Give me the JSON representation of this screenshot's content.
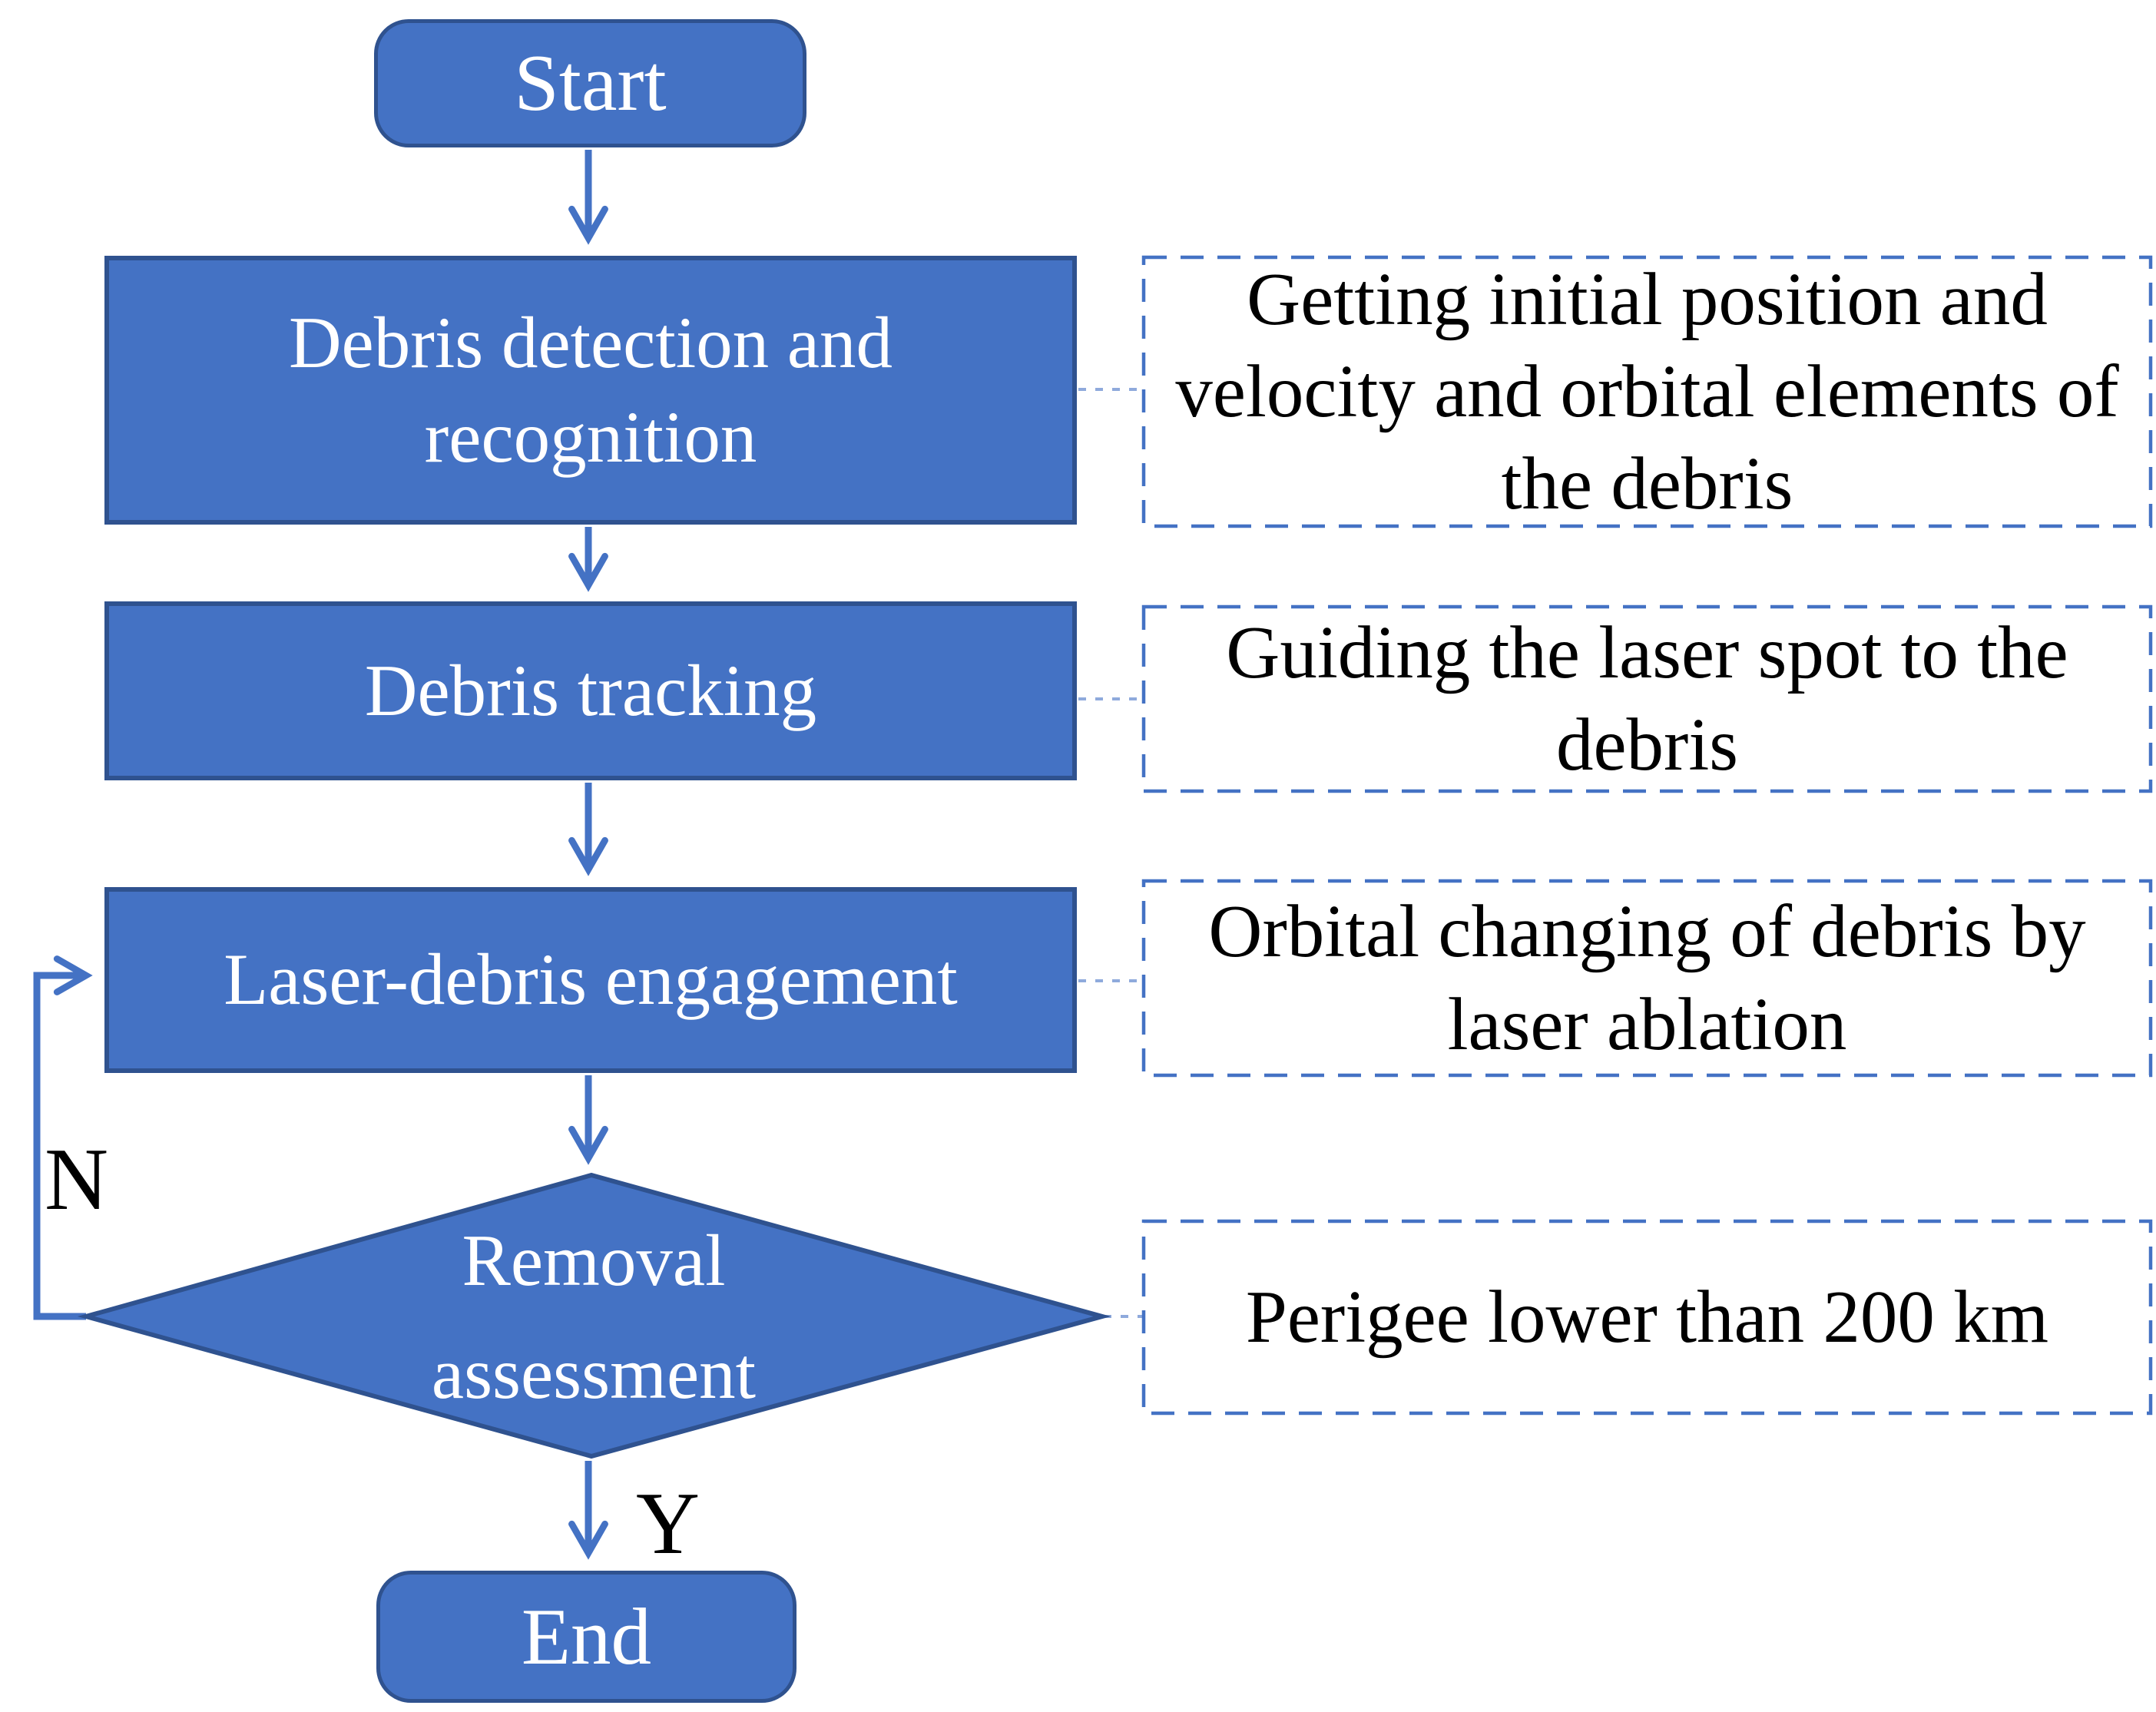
{
  "page": {
    "background": "#ffffff"
  },
  "colors": {
    "node_fill": "#4472c4",
    "node_border": "#2f528f",
    "arrow": "#4472c4",
    "annotation_border": "#4472c4",
    "connector": "#8faadc",
    "node_text": "#ffffff",
    "annotation_text": "#000000",
    "branch_label_text": "#000000",
    "page_bg": "#ffffff"
  },
  "nodes": {
    "start": "Start",
    "detection": "Debris detection and recognition",
    "tracking": "Debris tracking",
    "engagement": "Laser-debris engagement",
    "assessment": "Removal assessment",
    "end": "End"
  },
  "annotations": {
    "detection": "Getting initial position and velocity and orbital elements of the debris",
    "tracking": "Guiding the laser spot to the debris",
    "engagement": "Orbital changing of debris by laser ablation",
    "assessment": "Perigee lower than 200 km"
  },
  "branch_labels": {
    "no": "N",
    "yes": "Y"
  }
}
